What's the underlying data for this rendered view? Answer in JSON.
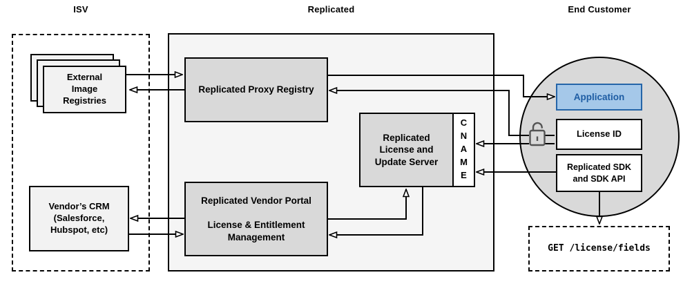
{
  "sections": {
    "isv": {
      "title": "ISV"
    },
    "replicated": {
      "title": "Replicated"
    },
    "end_customer": {
      "title": "End Customer"
    }
  },
  "nodes": {
    "external_image_registries": {
      "label": "External\nImage\nRegistries"
    },
    "vendors_crm": {
      "label": "Vendor’s CRM\n(Salesforce,\nHubspot, etc)"
    },
    "proxy_registry": {
      "label": "Replicated Proxy Registry"
    },
    "vendor_portal": {
      "label": "Replicated Vendor Portal\n\nLicense & Entitlement\nManagement"
    },
    "license_update_server": {
      "label": "Replicated\nLicense and\nUpdate Server"
    },
    "cname": {
      "label": "CNAME"
    },
    "application": {
      "label": "Application"
    },
    "license_id": {
      "label": "License ID"
    },
    "replicated_sdk": {
      "label": "Replicated SDK\nand SDK API"
    },
    "license_fields_request": {
      "label": "GET /license/fields"
    }
  },
  "icons": {
    "lock": "open-padlock-icon"
  },
  "colors": {
    "section_fill": "#f5f5f5",
    "node_gray_fill": "#d9d9d9",
    "light_node_fill": "#f2f2f2",
    "application_fill": "#a5c8e9",
    "application_border": "#2565a8",
    "application_text": "#1d5ca3",
    "line_color": "#000000",
    "lock_color": "#545454"
  }
}
